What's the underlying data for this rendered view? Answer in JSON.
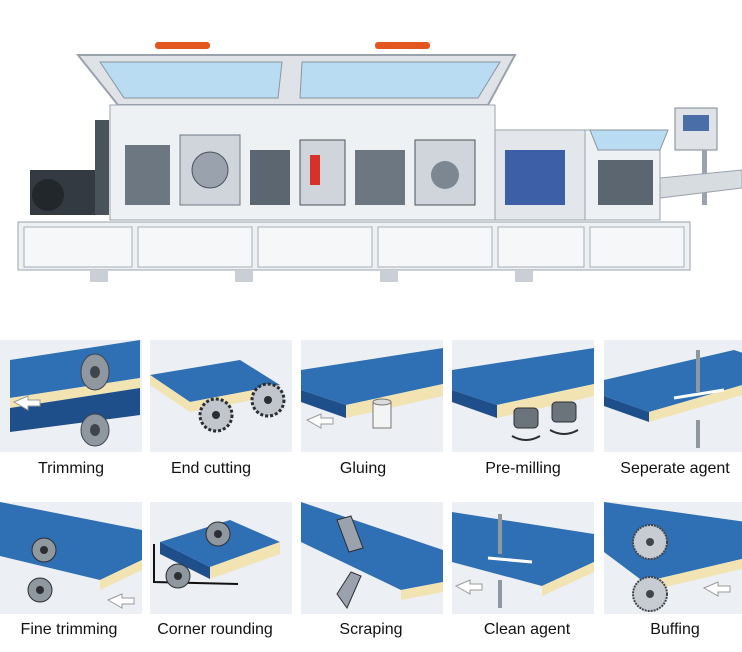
{
  "operations": [
    {
      "label": "Trimming"
    },
    {
      "label": "End cutting"
    },
    {
      "label": "Gluing"
    },
    {
      "label": "Pre-milling"
    },
    {
      "label": "Seperate agent"
    },
    {
      "label": "Fine trimming"
    },
    {
      "label": "Corner rounding"
    },
    {
      "label": "Scraping"
    },
    {
      "label": "Clean agent"
    },
    {
      "label": "Buffing"
    }
  ],
  "colors": {
    "panel_blue": "#2f6fb3",
    "panel_edge": "#f2e3b3",
    "machine_body": "#e9ecf0",
    "handle_orange": "#e4561f"
  }
}
